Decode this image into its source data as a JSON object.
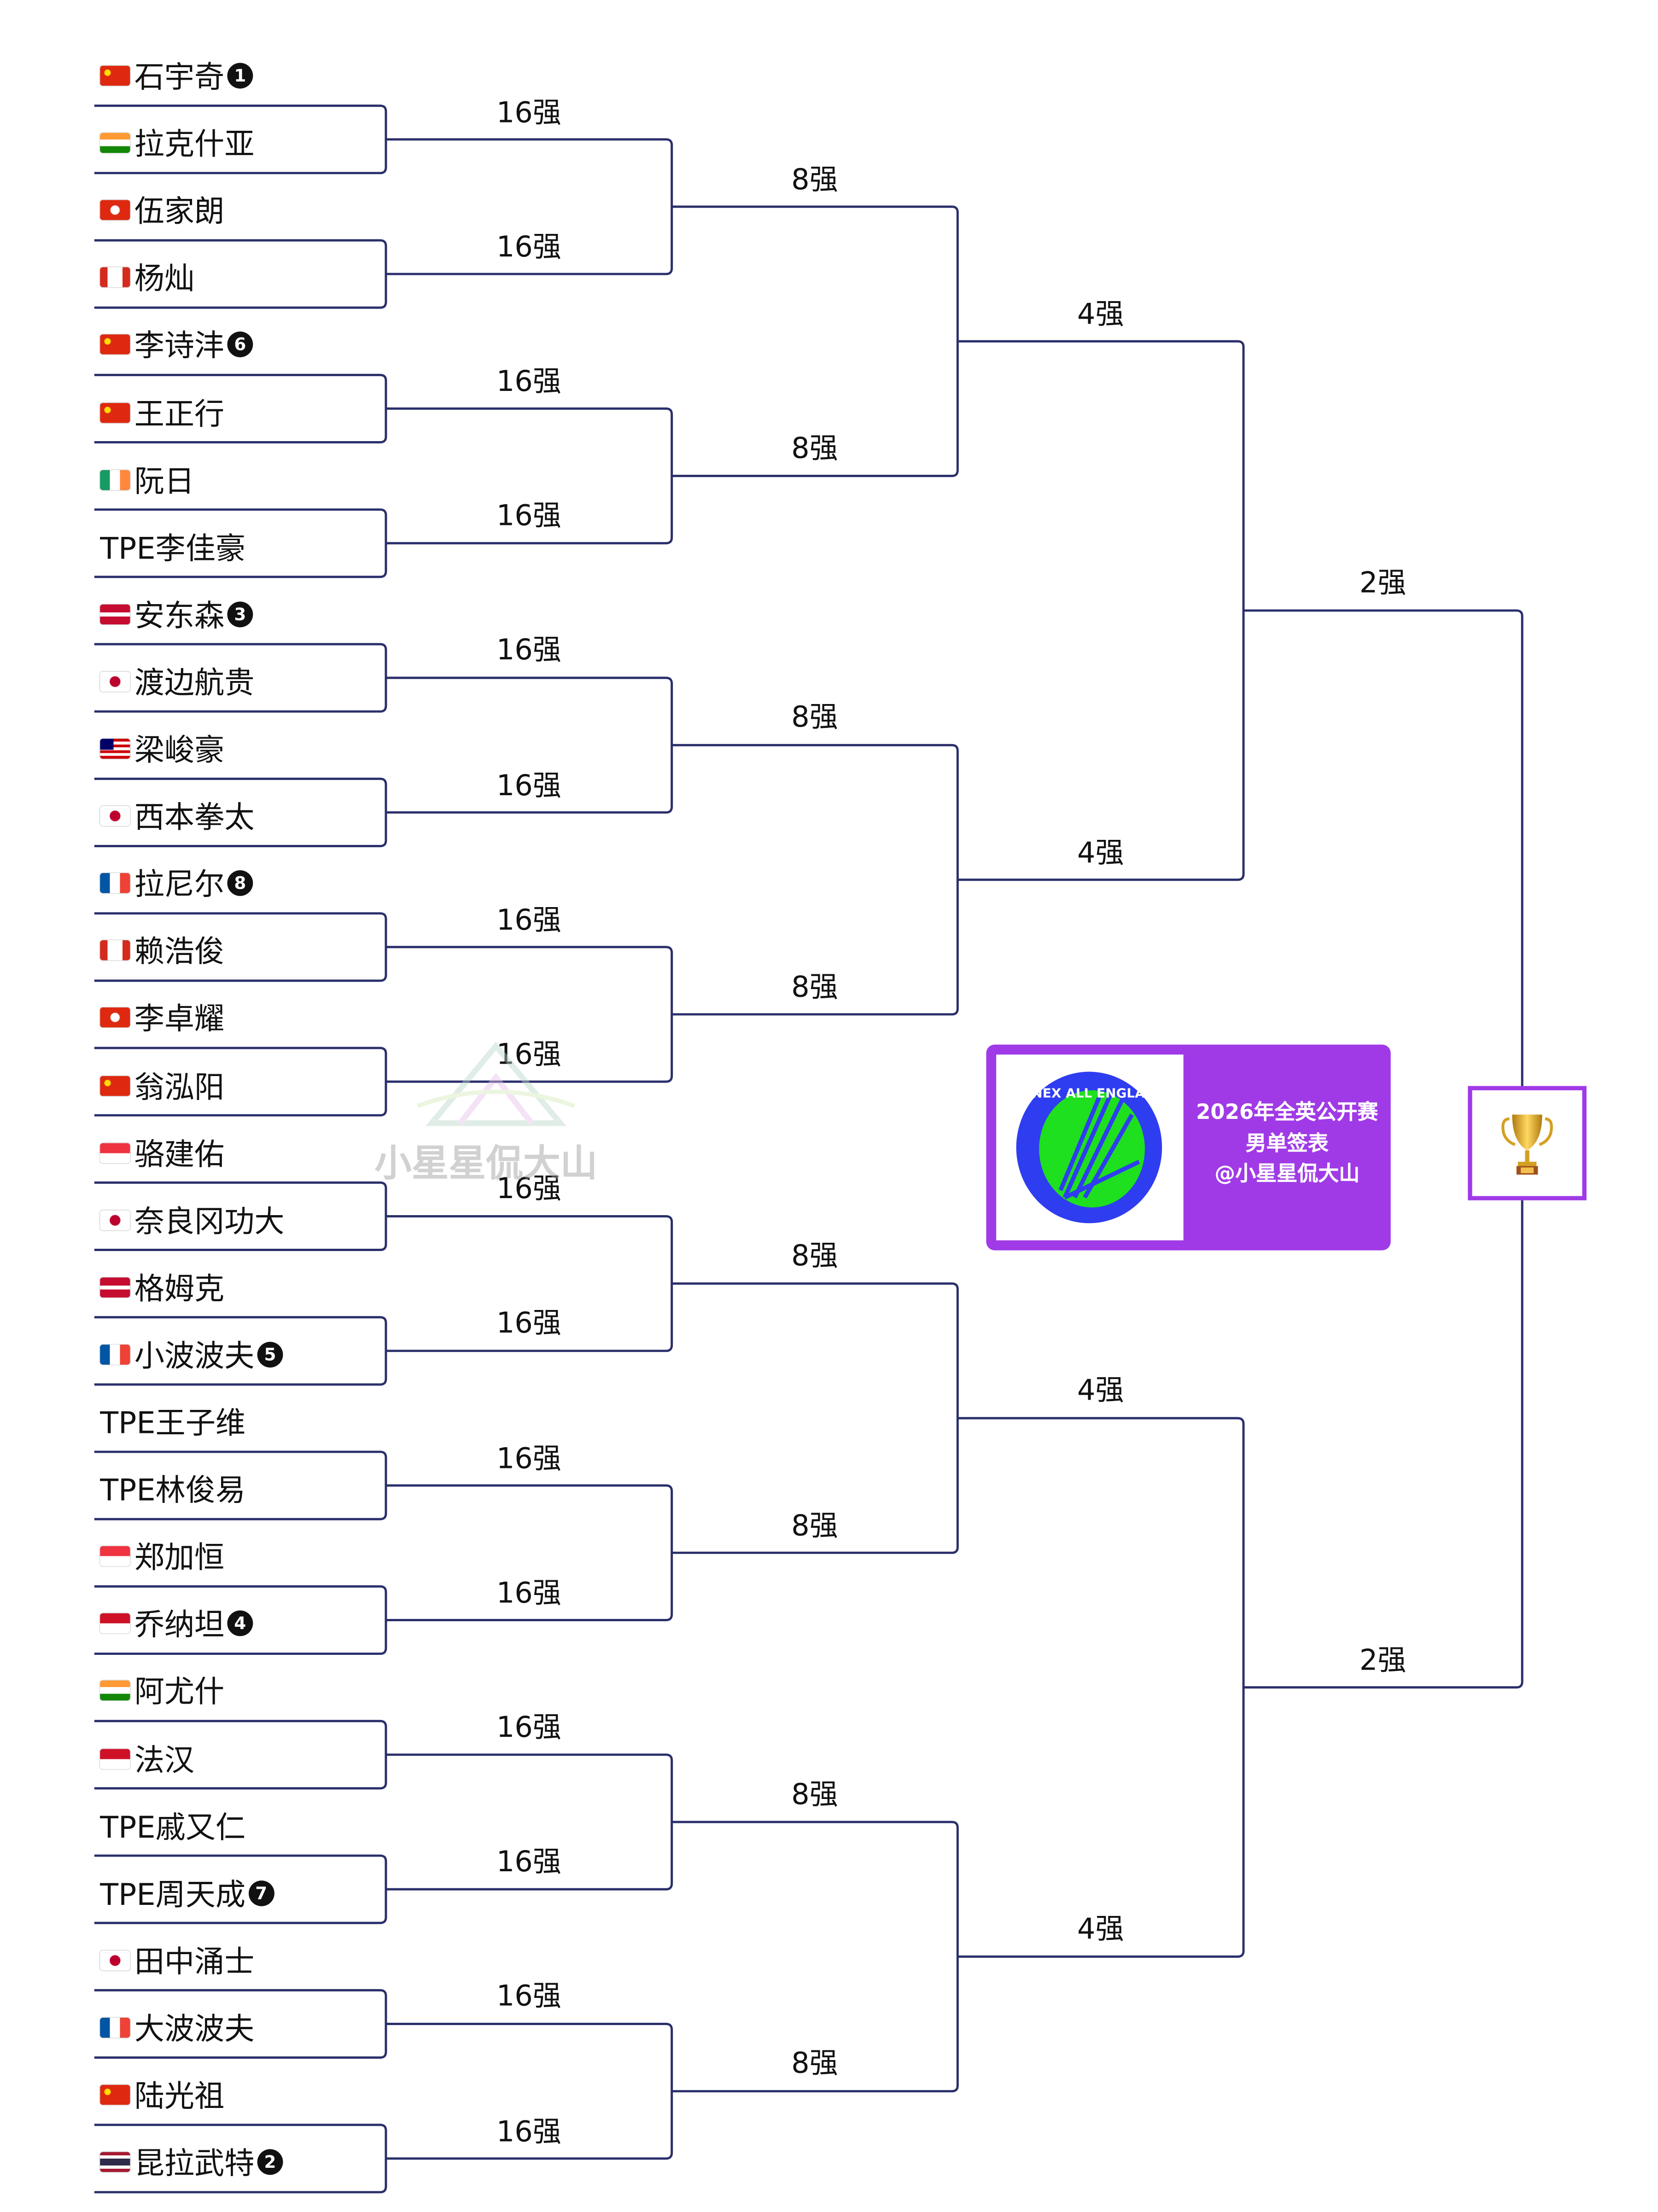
{
  "rounds": [
    "16强",
    "8强",
    "4强",
    "2强"
  ],
  "players": [
    {
      "name": "石宇奇",
      "flag": "CN",
      "seed": "1"
    },
    {
      "name": "拉克什亚",
      "flag": "IN"
    },
    {
      "name": "伍家朗",
      "flag": "HK"
    },
    {
      "name": "杨灿",
      "flag": "CA"
    },
    {
      "name": "李诗沣",
      "flag": "CN",
      "seed": "6"
    },
    {
      "name": "王正行",
      "flag": "CN"
    },
    {
      "name": "阮日",
      "flag": "IE"
    },
    {
      "name": "TPE李佳豪"
    },
    {
      "name": "安东森",
      "flag": "DK",
      "seed": "3"
    },
    {
      "name": "渡边航贵",
      "flag": "JP"
    },
    {
      "name": "梁峻豪",
      "flag": "MY"
    },
    {
      "name": "西本拳太",
      "flag": "JP"
    },
    {
      "name": "拉尼尔",
      "flag": "FR",
      "seed": "8"
    },
    {
      "name": "赖浩俊",
      "flag": "CA"
    },
    {
      "name": "李卓耀",
      "flag": "HK"
    },
    {
      "name": "翁泓阳",
      "flag": "CN"
    },
    {
      "name": "骆建佑",
      "flag": "SG"
    },
    {
      "name": "奈良冈功大",
      "flag": "JP"
    },
    {
      "name": "格姆克",
      "flag": "DK"
    },
    {
      "name": "小波波夫",
      "flag": "FR",
      "seed": "5"
    },
    {
      "name": "TPE王子维"
    },
    {
      "name": "TPE林俊易"
    },
    {
      "name": "郑加恒",
      "flag": "SG"
    },
    {
      "name": "乔纳坦",
      "flag": "ID",
      "seed": "4"
    },
    {
      "name": "阿尤什",
      "flag": "IN"
    },
    {
      "name": "法汉",
      "flag": "ID"
    },
    {
      "name": "TPE戚又仁"
    },
    {
      "name": "TPE周天成",
      "seed": "7"
    },
    {
      "name": "田中涌士",
      "flag": "JP"
    },
    {
      "name": "大波波夫",
      "flag": "FR"
    },
    {
      "name": "陆光祖",
      "flag": "CN"
    },
    {
      "name": "昆拉武特",
      "flag": "TH",
      "seed": "2"
    }
  ],
  "info_card": {
    "title": "2026年全英公开赛",
    "subtitle": "男单签表",
    "author": "@小星星侃大山",
    "logo_text": "YONEX ALL ENGLAND OPEN BADMINTON CHAMPIONSHIPS",
    "color": "#a03ae6"
  },
  "watermark": "小星星侃大山",
  "trophy_icon": "trophy-icon",
  "line_color": "#2a2f6b"
}
